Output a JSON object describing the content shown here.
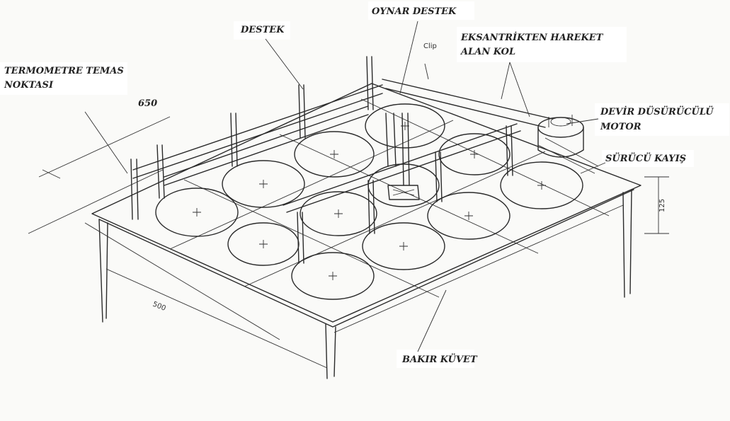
{
  "labels": {
    "oynar_destek": "OYNAR DESTEK",
    "destek": "DESTEK",
    "eksantrik_line1": "EKSANTRİKTEN HAREKET",
    "eksantrik_line2": "ALAN KOL",
    "termometre_line1": "TERMOMETRE TEMAS",
    "termometre_line2": "NOKTASI",
    "devir_line1": "DEVİR DÜSÜRÜCÜLÜ",
    "devir_line2": "MOTOR",
    "surucu_kayis": "SÜRÜCÜ KAYIŞ",
    "bakir_kuvet": "BAKIR KÜVET"
  },
  "dimensions": {
    "d650": "650",
    "d500": "500",
    "d125": "125",
    "clip": "Clip"
  }
}
